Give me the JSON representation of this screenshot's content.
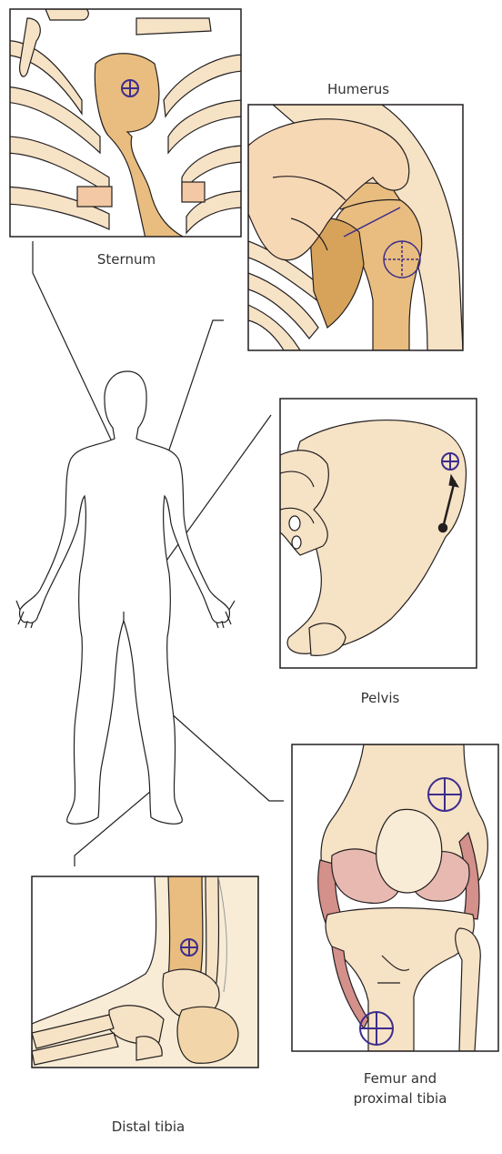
{
  "labels": {
    "humerus": "Humerus",
    "sternum": "Sternum",
    "pelvis": "Pelvis",
    "femur_line1": "Femur and",
    "femur_line2": "proximal tibia",
    "distal_tibia": "Distal tibia"
  },
  "colors": {
    "outline": "#231f20",
    "bone_light": "#f6e2c5",
    "bone_mid": "#e9bd7f",
    "bone_dark": "#d7a35a",
    "skin": "#f7d8b5",
    "cartilage": "#d4908a",
    "marker": "#3c2d8c",
    "background_panel": "#ffffff"
  },
  "icons": {
    "insertion_marker": "crosshair-circle-icon"
  }
}
